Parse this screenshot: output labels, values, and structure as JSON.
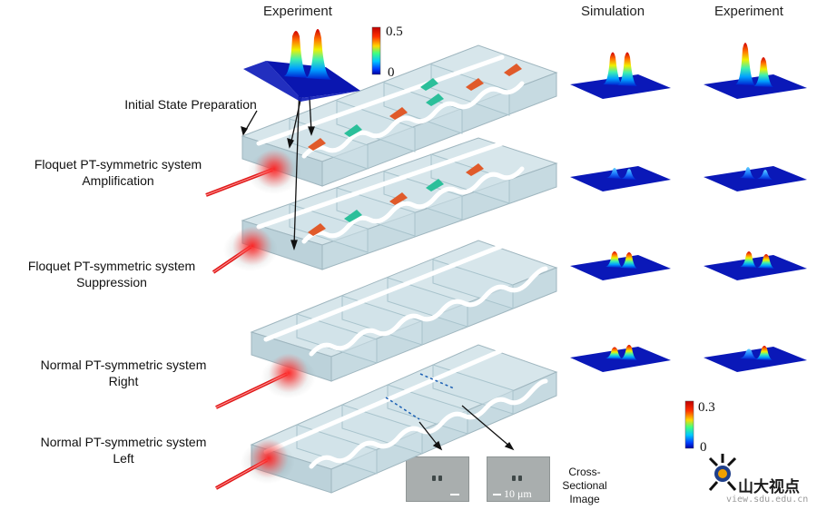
{
  "headers": {
    "experiment_top": "Experiment",
    "simulation": "Simulation",
    "experiment_right": "Experiment"
  },
  "labels": {
    "initial_state": "Initial State Preparation",
    "floquet_amp_line1": "Floquet PT-symmetric system",
    "floquet_amp_line2": "Amplification",
    "floquet_sup_line1": "Floquet PT-symmetric system",
    "floquet_sup_line2": "Suppression",
    "normal_right_line1": "Normal PT-symmetric system",
    "normal_right_line2": "Right",
    "normal_left_line1": "Normal PT-symmetric system",
    "normal_left_line2": "Left",
    "cross_section_line1": "Cross-Sectional",
    "cross_section_line2": "Image",
    "scale_bar": "10 μm"
  },
  "colorbars": {
    "top": {
      "max": "0.5",
      "min": "0"
    },
    "bottom": {
      "max": "0.3",
      "min": "0"
    }
  },
  "watermark": {
    "logo_text": "山大视点",
    "url": "view.sdu.edu.cn"
  },
  "colors": {
    "waveguide_chip": "#c9dbe2",
    "laser": "#e01818",
    "gain_arrow": "#e05a2a",
    "loss_arrow": "#2bbf9a"
  }
}
